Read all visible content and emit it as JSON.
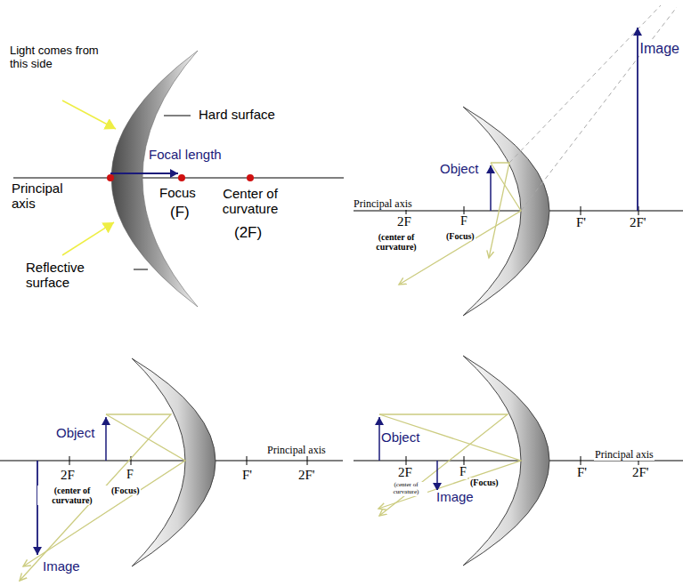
{
  "diagram": {
    "labels": [
      "Light comes from this side",
      "Hard surface",
      "Focal length",
      "Principal axis",
      "Focus",
      "(F)",
      "Center of curvature",
      "(2F)",
      "Reflective surface",
      "Image",
      "Object",
      "Principal axis",
      "2F",
      "(center of curvature)",
      "F",
      "(Focus)",
      "F'",
      "2F'",
      "Object",
      "Principal axis",
      "2F",
      "(center of curvature)",
      "F",
      "(Focus)",
      "F'",
      "2F'",
      "Image",
      "Object",
      "Principal axis",
      "2F",
      "(center of curvature)",
      "F",
      "(Focus)",
      "Image",
      "F'",
      "2F'"
    ]
  }
}
